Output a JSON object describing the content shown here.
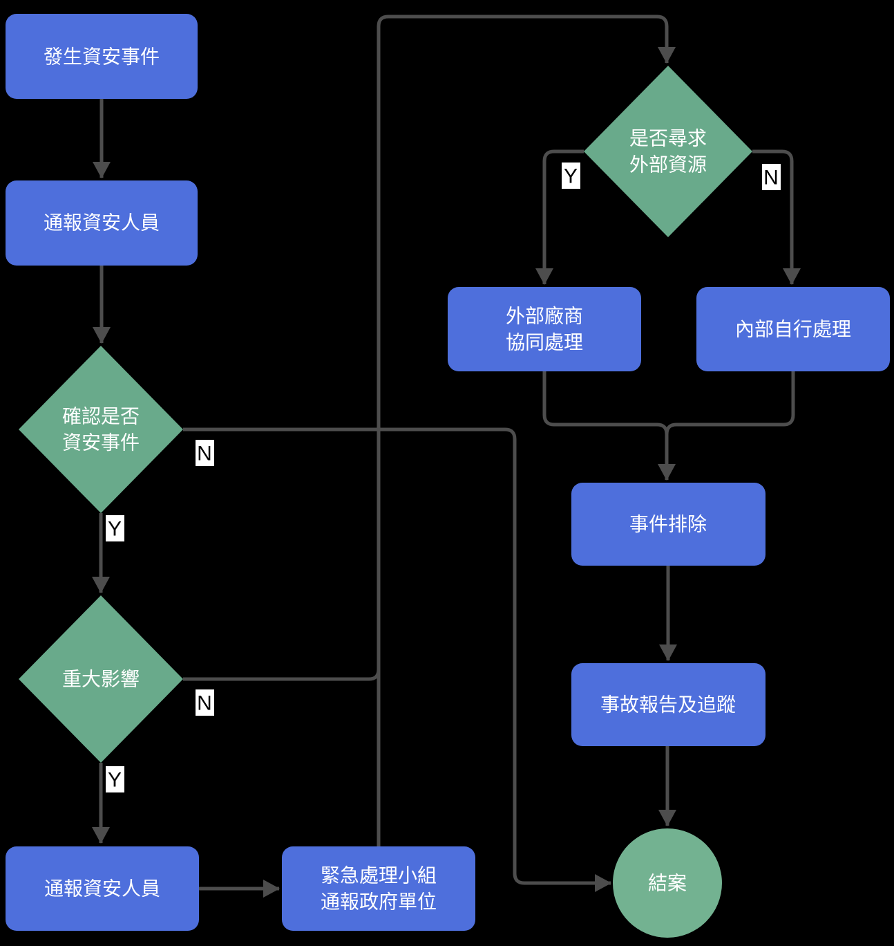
{
  "colors": {
    "background": "#000000",
    "process_fill": "#4e6fdc",
    "decision_fill": "#69aa8b",
    "terminal_fill": "#73b291",
    "connector": "#4d4d4d",
    "node_text": "#ffffff",
    "branch_label_bg": "#ffffff",
    "branch_label_text": "#000000"
  },
  "nodes": {
    "start": {
      "type": "process",
      "lines": [
        "發生資安事件"
      ]
    },
    "notify_security": {
      "type": "process",
      "lines": [
        "通報資安人員"
      ]
    },
    "confirm_incident": {
      "type": "decision",
      "lines": [
        "確認是否",
        "資安事件"
      ]
    },
    "major_impact": {
      "type": "decision",
      "lines": [
        "重大影響"
      ]
    },
    "notify_security_2": {
      "type": "process",
      "lines": [
        "通報資安人員"
      ]
    },
    "emergency_team": {
      "type": "process",
      "lines": [
        "緊急處理小組",
        "通報政府單位"
      ]
    },
    "seek_external": {
      "type": "decision",
      "lines": [
        "是否尋求",
        "外部資源"
      ]
    },
    "external_vendor": {
      "type": "process",
      "lines": [
        "外部廠商",
        "協同處理"
      ]
    },
    "internal_handling": {
      "type": "process",
      "lines": [
        "內部自行處理"
      ]
    },
    "incident_resolved": {
      "type": "process",
      "lines": [
        "事件排除"
      ]
    },
    "incident_report": {
      "type": "process",
      "lines": [
        "事故報告及追蹤"
      ]
    },
    "case_closed": {
      "type": "terminal",
      "lines": [
        "結案"
      ]
    }
  },
  "branch_labels": {
    "confirm_no": "N",
    "confirm_yes": "Y",
    "impact_no": "N",
    "impact_yes": "Y",
    "seek_yes": "Y",
    "seek_no": "N"
  }
}
